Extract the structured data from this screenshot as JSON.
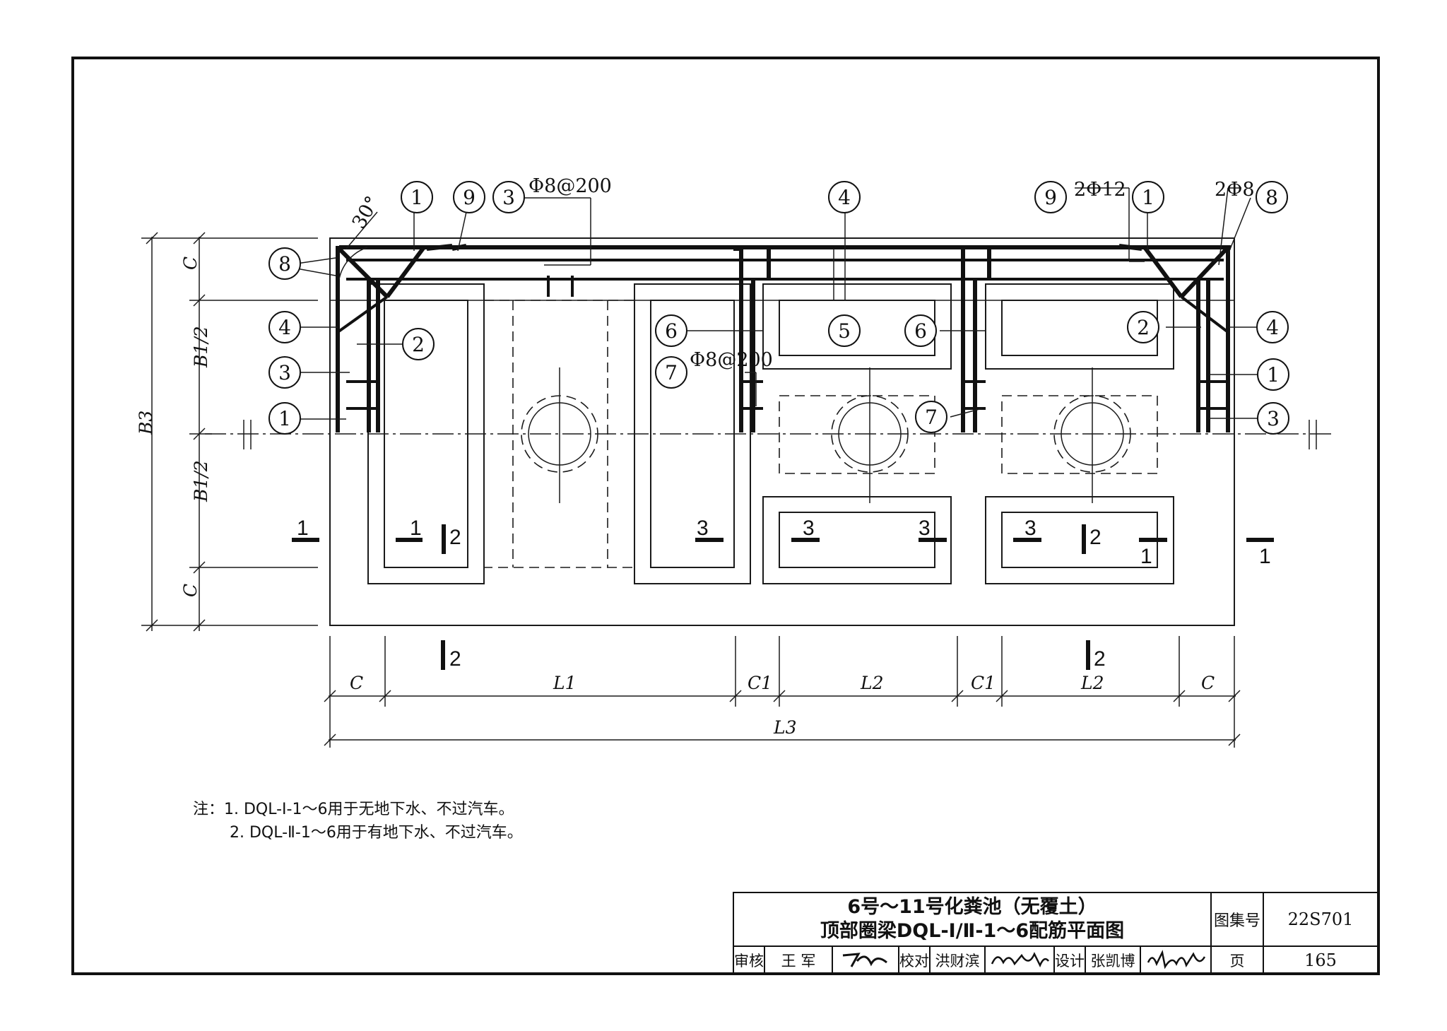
{
  "title_block": {
    "title_line1": "6号～11号化粪池（无覆土）",
    "title_line2": "顶部圈梁DQL-Ⅰ/Ⅱ-1～6配筋平面图",
    "atlas_label": "图集号",
    "atlas_no": "22S701",
    "review_label": "审核",
    "review_name": "王 军",
    "check_label": "校对",
    "check_name": "洪财滨",
    "design_label": "设计",
    "design_name": "张凯博",
    "page_label": "页",
    "page_no": "165"
  },
  "notes": {
    "line1": "注：1. DQL-Ⅰ-1～6用于无地下水、不过汽车。",
    "line2": "2. DQL-Ⅱ-1～6用于有地下水、不过汽车。"
  },
  "drawing": {
    "angle": "30°",
    "rebar_labels": {
      "phi8_200_top": "Φ8@200",
      "phi8_200_mid": "Φ8@200",
      "two_phi12": "2Φ12",
      "two_phi8": "2Φ8"
    },
    "bubbles": [
      "1",
      "9",
      "3",
      "8",
      "4",
      "2",
      "3",
      "1",
      "4",
      "6",
      "5",
      "6",
      "7",
      "7",
      "9",
      "1",
      "8",
      "2",
      "4",
      "1",
      "3"
    ],
    "section_marks": {
      "s1_left": "1",
      "s1_a": "1",
      "s2_a": "2",
      "s3_a": "3",
      "s3_b": "3",
      "s3_c": "3",
      "s3_d": "3",
      "s2_b": "2",
      "s1_b": "1",
      "s1_right": "1",
      "s2_bottom_left": "2",
      "s2_bottom_right": "2"
    },
    "dims_vertical": [
      "C",
      "B1/2",
      "B1/2",
      "C"
    ],
    "dim_b3": "B3",
    "dims_horizontal": [
      "C",
      "L1",
      "C1",
      "L2",
      "C1",
      "L2",
      "C"
    ],
    "dim_l3": "L3"
  }
}
